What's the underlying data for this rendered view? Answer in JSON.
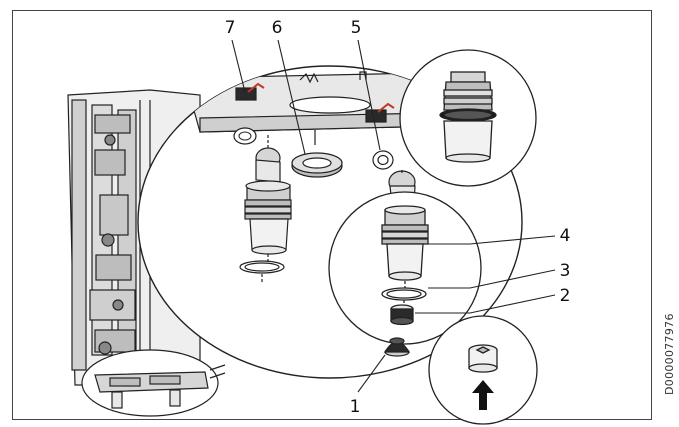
{
  "diagram": {
    "callouts": [
      {
        "id": "7",
        "label": "7"
      },
      {
        "id": "6",
        "label": "6"
      },
      {
        "id": "5",
        "label": "5"
      },
      {
        "id": "4",
        "label": "4"
      },
      {
        "id": "3",
        "label": "3"
      },
      {
        "id": "2",
        "label": "2"
      },
      {
        "id": "1",
        "label": "1"
      }
    ],
    "document_id": "D0000077976"
  },
  "colors": {
    "line": "#222222",
    "fill_light": "#e8e8e8",
    "fill_mid": "#bdbdbd",
    "fill_dark": "#2a2a2a"
  }
}
